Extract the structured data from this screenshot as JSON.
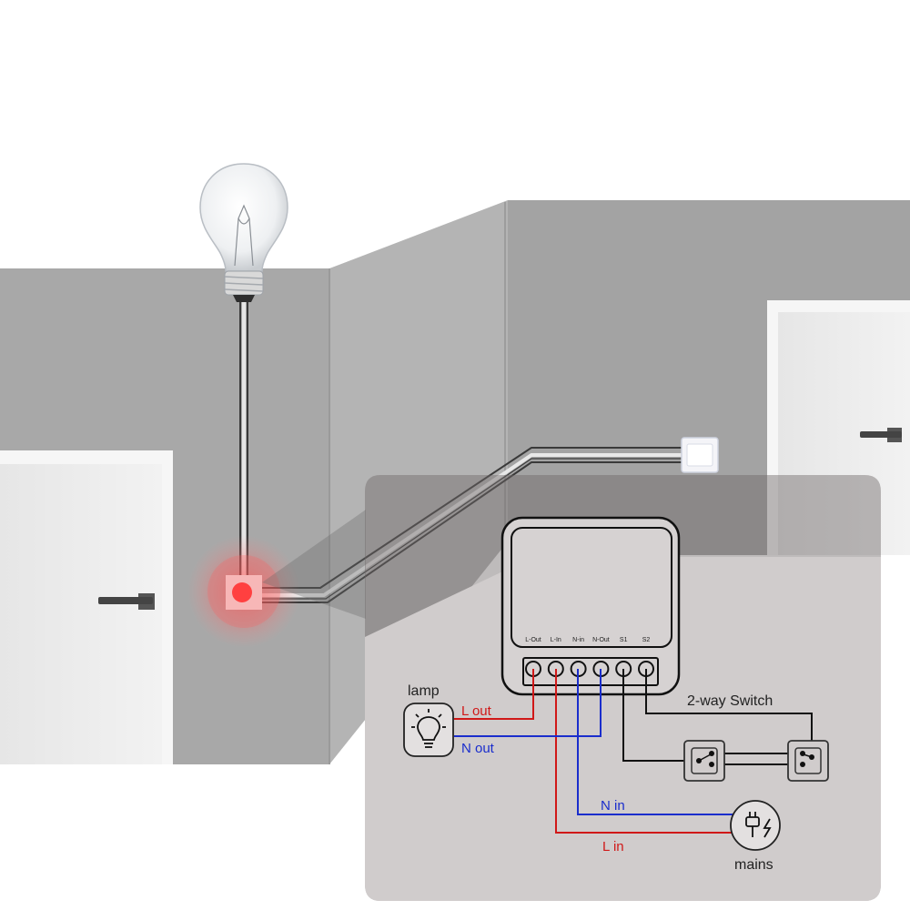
{
  "terminals": [
    "L-Out",
    "L-In",
    "N-in",
    "N-Out",
    "S1",
    "S2"
  ],
  "labels": {
    "lamp": "lamp",
    "l_out": "L out",
    "n_out": "N out",
    "n_in": "N in",
    "l_in": "L in",
    "switch": "2-way Switch",
    "mains": "mains"
  },
  "colors": {
    "live": "#d01818",
    "neutral": "#1a2dcc",
    "switch_wire": "#111111",
    "wall": "#a9a9a9",
    "panel": "#cfcccc",
    "highlight": "#ff4a4a"
  },
  "icons": [
    "light-bulb-icon",
    "lamp-icon",
    "mains-plug-icon",
    "wall-switch-icon",
    "door-handle-icon"
  ]
}
